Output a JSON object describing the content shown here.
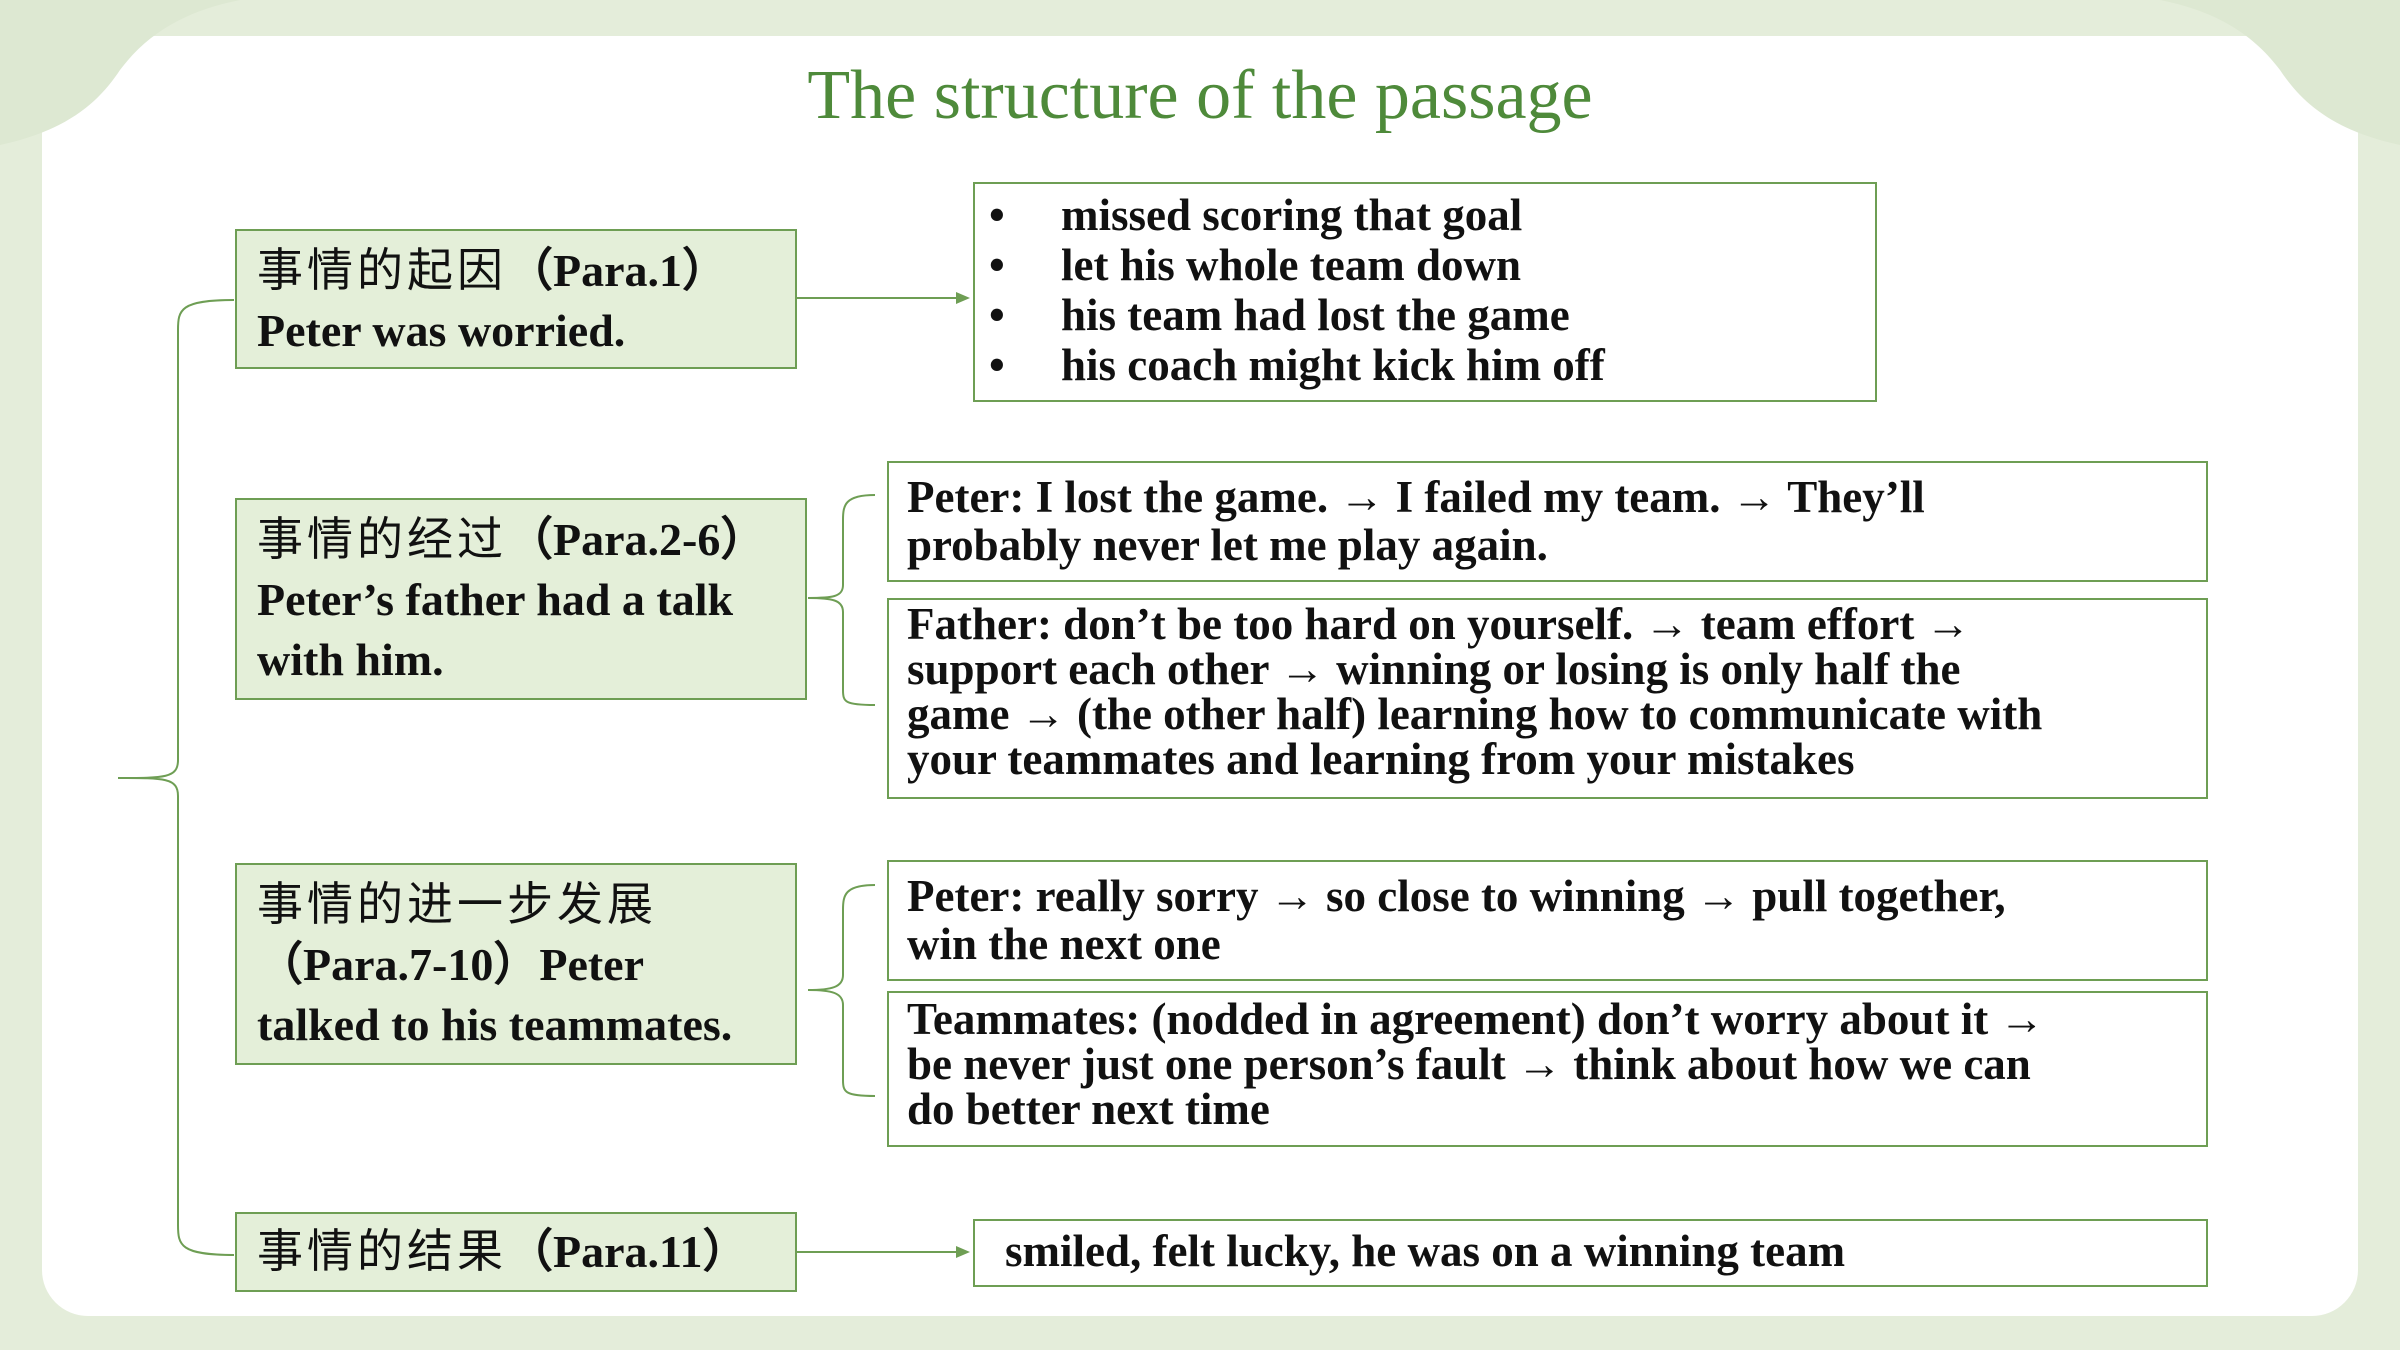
{
  "title": "The structure of the passage",
  "stages": [
    {
      "label_cn": "事情的起因",
      "para": "（Para.1）",
      "summary": "Peter was worried."
    },
    {
      "label_cn": "事情的经过",
      "para": "（Para.2-6）",
      "summary_line1": "Peter’s father had a talk",
      "summary_line2": "with him."
    },
    {
      "label_cn": "事情的进一步发展",
      "para": "（Para.7-10）",
      "summary_part1": "Peter",
      "summary_line2": "talked to his teammates."
    },
    {
      "label_cn": "事情的结果",
      "para": "（Para.11）"
    }
  ],
  "cause_details": [
    "missed scoring that goal",
    "let his whole team down",
    "his team had lost the game",
    "his coach might kick him off"
  ],
  "process_details": {
    "peter_line1": "Peter: I lost the game. → I failed my team. → They’ll",
    "peter_line2": "probably never let me play again.",
    "father_line1": "Father: don’t be too hard on yourself. → team effort →",
    "father_line2": "support each other → winning or losing is only half the",
    "father_line3": "game → (the other half) learning how to communicate with",
    "father_line4": "your teammates and learning from your mistakes"
  },
  "development_details": {
    "peter_line1": "Peter: really sorry → so close to winning → pull together,",
    "peter_line2": "win the next one",
    "teammates_line1": "Teammates: (nodded in agreement) don’t worry about it →",
    "teammates_line2": "be never just one person’s fault → think about how we can",
    "teammates_line3": "do better next time"
  },
  "result_detail": "smiled, felt lucky, he was on a winning team",
  "colors": {
    "background": "#e4edda",
    "panel": "#ffffff",
    "title": "#4e8a3a",
    "stage_fill": "#e4efd9",
    "border": "#6e9e54"
  }
}
